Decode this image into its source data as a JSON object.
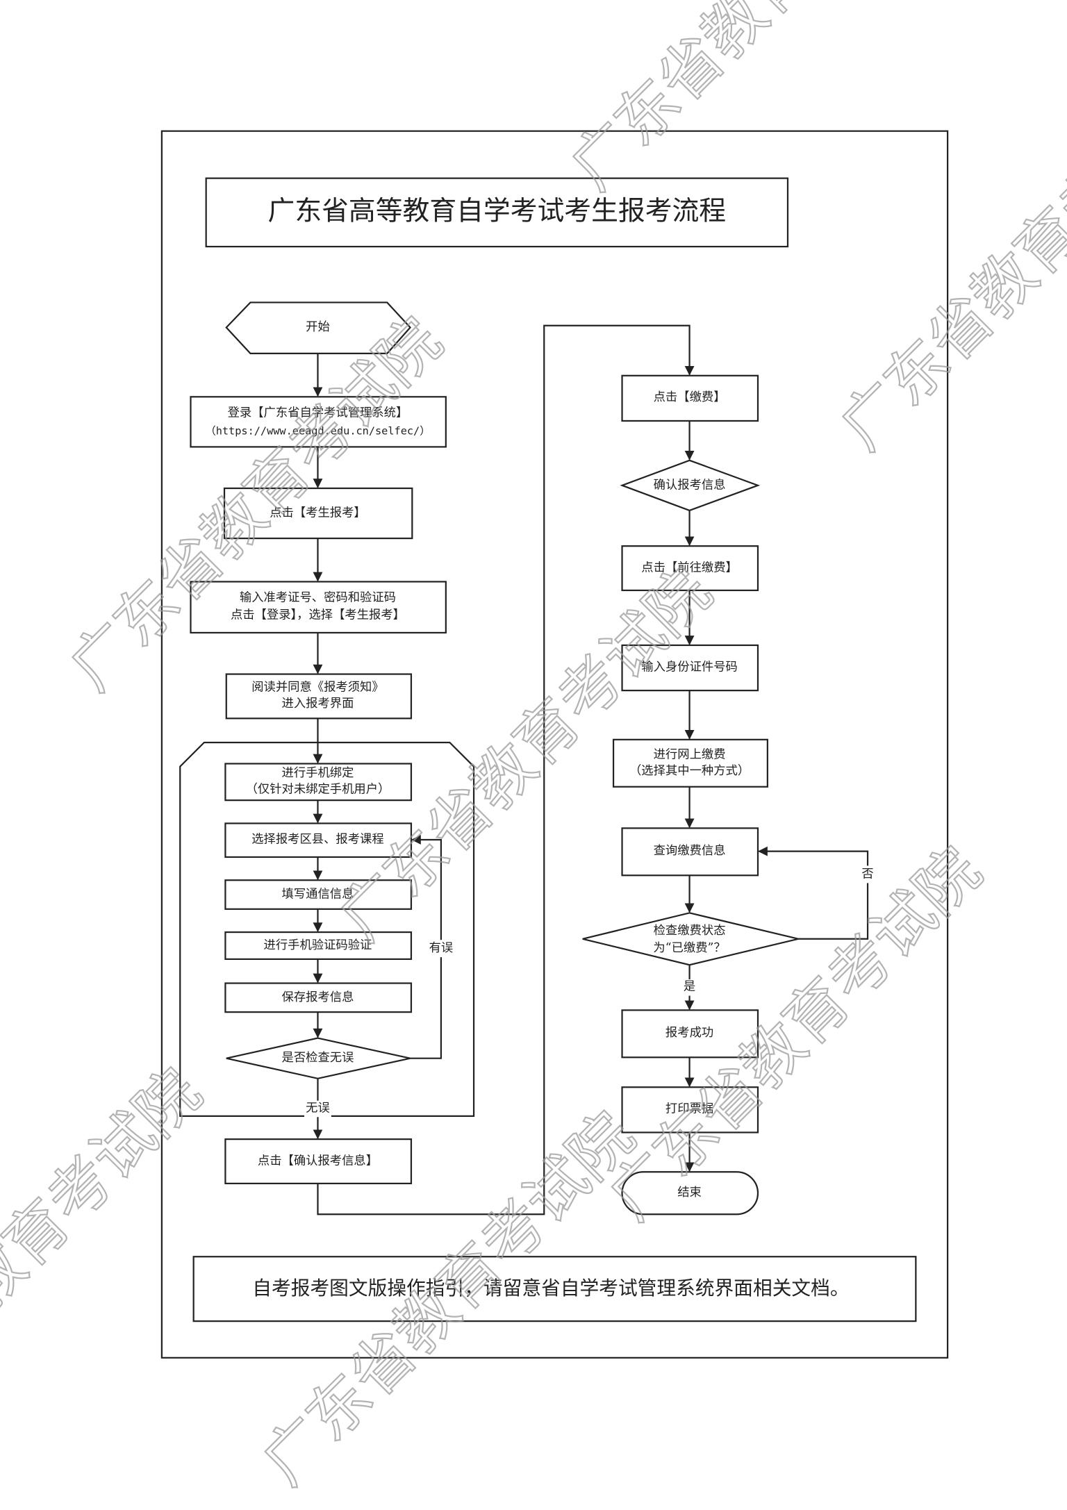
{
  "title": "广东省高等教育自学考试考生报考流程",
  "watermark": "广东省教育考试院",
  "left": {
    "start": "开始",
    "login_line1": "登录【广东省自学考试管理系统】",
    "login_line2": "（https://www.eeagd.edu.cn/selfec/）",
    "click_apply": "点击【考生报考】",
    "input_line1": "输入准考证号、密码和验证码",
    "input_line2": "点击【登录】，选择【考生报考】",
    "read_line1": "阅读并同意《报考须知》",
    "read_line2": "进入报考界面",
    "bind_line1": "进行手机绑定",
    "bind_line2": "（仅针对未绑定手机用户）",
    "select": "选择报考区县、报考课程",
    "fill": "填写通信信息",
    "verify": "进行手机验证码验证",
    "save": "保存报考信息",
    "check": "是否检查无误",
    "error_label": "有误",
    "ok_label": "无误",
    "confirm": "点击【确认报考信息】"
  },
  "right": {
    "pay": "点击【缴费】",
    "confirm_info": "确认报考信息",
    "go_pay": "点击【前往缴费】",
    "id_input": "输入身份证件号码",
    "online_line1": "进行网上缴费",
    "online_line2": "（选择其中一种方式）",
    "query": "查询缴费信息",
    "status_line1": "检查缴费状态",
    "status_line2": "为“已缴费”？",
    "no_label": "否",
    "yes_label": "是",
    "success": "报考成功",
    "print": "打印票据",
    "end": "结束"
  },
  "footer": "自考报考图文版操作指引，请留意省自学考试管理系统界面相关文档。"
}
